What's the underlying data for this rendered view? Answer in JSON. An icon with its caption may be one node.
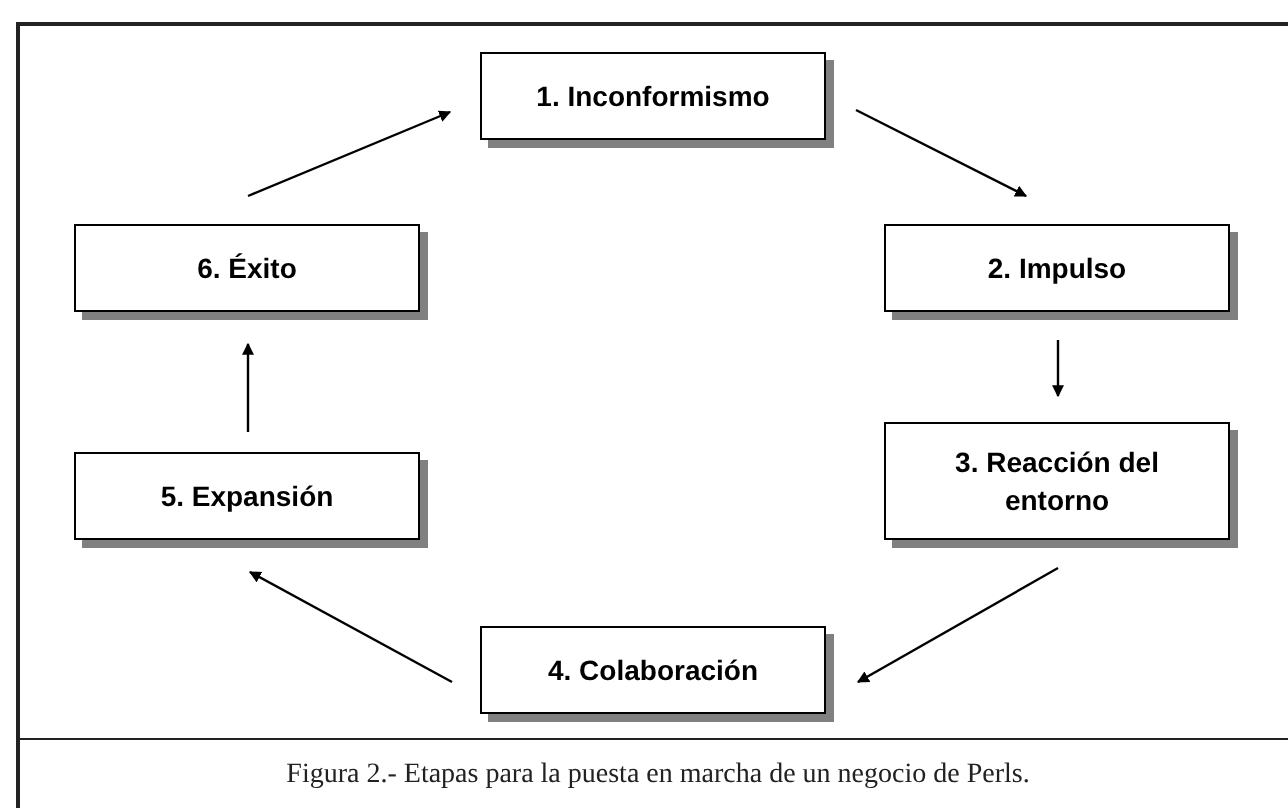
{
  "diagram": {
    "caption": "Figura 2.- Etapas para la puesta en marcha de un negocio de Perls.",
    "nodes": [
      {
        "text": [
          "1. Inconformismo"
        ]
      },
      {
        "text": [
          "2. Impulso"
        ]
      },
      {
        "text": [
          "3. Reacción del entorno"
        ]
      },
      {
        "text": [
          "4. Colaboración"
        ]
      },
      {
        "text": [
          "5. Expansión"
        ]
      },
      {
        "text": [
          "6. Éxito"
        ]
      }
    ],
    "edges": [
      {
        "from": 0,
        "to": 1,
        "arrow": "to"
      },
      {
        "from": 1,
        "to": 2,
        "arrow": "to"
      },
      {
        "from": 2,
        "to": 3,
        "arrow": "to"
      },
      {
        "from": 3,
        "to": 4,
        "arrow": "to"
      },
      {
        "from": 4,
        "to": 5,
        "arrow": "to"
      },
      {
        "from": 5,
        "to": 0,
        "arrow": "to"
      }
    ]
  }
}
